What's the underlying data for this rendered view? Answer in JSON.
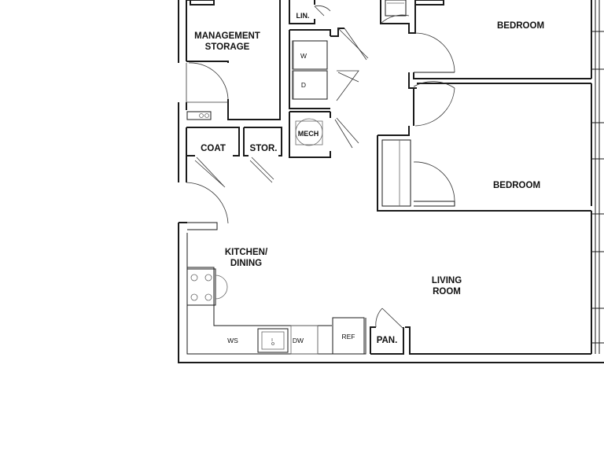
{
  "rooms": {
    "management_storage": [
      "MANAGEMENT",
      "STORAGE"
    ],
    "linen": "LIN.",
    "bedroom_1": "BEDROOM",
    "bedroom_2": "BEDROOM",
    "coat": "COAT",
    "storage": "STOR.",
    "mechanical": "MECH",
    "kitchen_dining": [
      "KITCHEN/",
      "DINING"
    ],
    "living_room": [
      "LIVING",
      "ROOM"
    ],
    "pantry": "PAN."
  },
  "fixtures": {
    "washer": "W",
    "dryer": "D",
    "wall_storage": "WS",
    "dishwasher": "DW",
    "refrigerator": "REF"
  }
}
